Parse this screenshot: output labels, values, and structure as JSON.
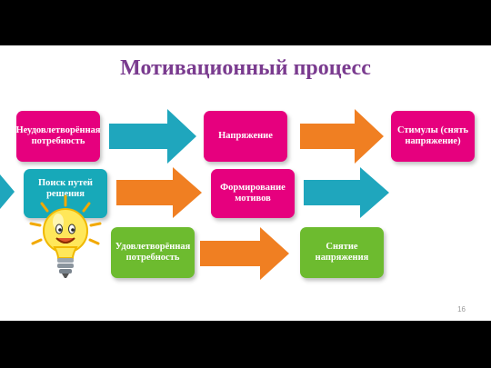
{
  "slide": {
    "title": "Мотивационный процесс",
    "page_number": "16"
  },
  "boxes": {
    "unmet_need": "Неудовлетворённая потребность",
    "tension": "Напряжение",
    "stimuli": "Стимулы (снять напряжение)",
    "search": "Поиск путей решения",
    "motives": "Формирование мотивов",
    "satisfied": "Удовлетворённая потребность",
    "relief": "Снятие напряжения"
  },
  "colors": {
    "title": "#7a3b8f",
    "pink": "#e6007e",
    "teal": "#17a9b9",
    "green": "#6dbb2f",
    "orange": "#f07f22",
    "arrow_teal": "#1fa6bd"
  },
  "icons": {
    "bulb": "lightbulb-smiley-icon",
    "arrow": "right-arrow-icon"
  }
}
